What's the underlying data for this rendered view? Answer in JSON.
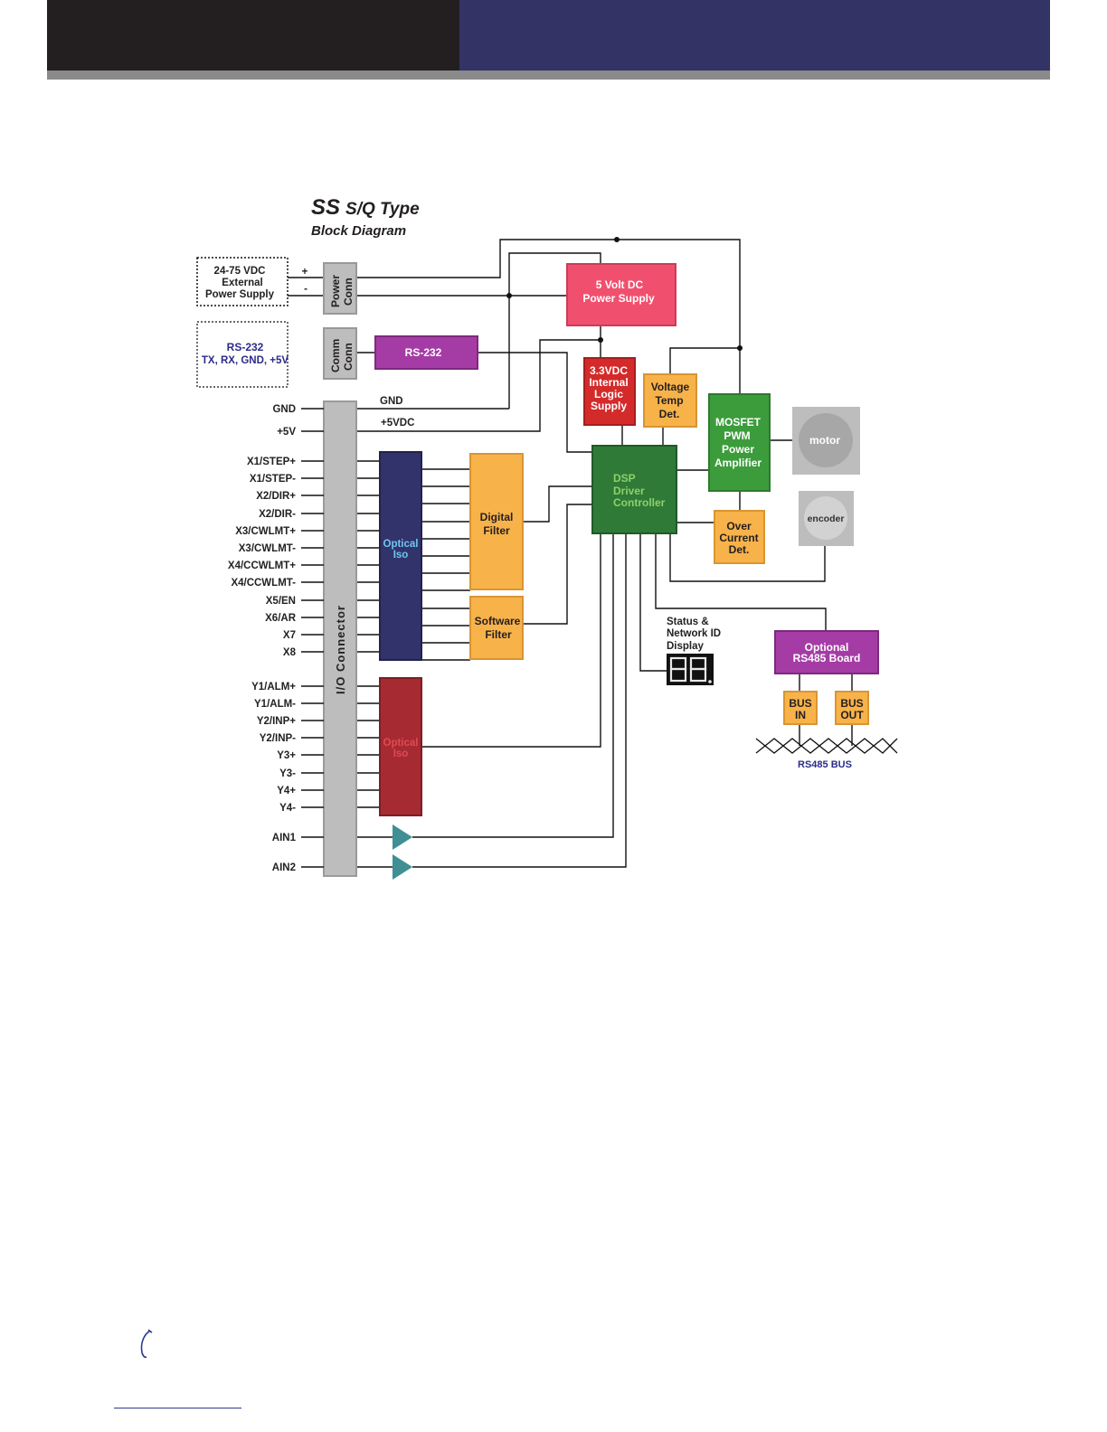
{
  "title": {
    "line1_bold": "SS",
    "line1_rest": "S/Q Type",
    "line2": "Block Diagram"
  },
  "external_supply": {
    "line1": "24-75 VDC",
    "line2": "External",
    "line3": "Power Supply",
    "plus": "+",
    "minus": "-"
  },
  "power_conn": {
    "line1": "Power",
    "line2": "Conn"
  },
  "rs232_ext": {
    "line1": "RS-232",
    "line2": "TX, RX, GND, +5V"
  },
  "comm_conn": {
    "line1": "Comm",
    "line2": "Conn"
  },
  "rs232_block": "RS-232",
  "five_volt": {
    "line1": "5 Volt DC",
    "line2": "Power Supply"
  },
  "logic_supply": {
    "line1": "3.3VDC",
    "line2": "Internal",
    "line3": "Logic",
    "line4": "Supply"
  },
  "voltage_temp": {
    "line1": "Voltage",
    "line2": "Temp",
    "line3": "Det."
  },
  "mosfet": {
    "line1": "MOSFET",
    "line2": "PWM",
    "line3": "Power",
    "line4": "Amplifier"
  },
  "motor": "motor",
  "encoder": "encoder",
  "dsp": {
    "line1": "DSP",
    "line2": "Driver",
    "line3": "Controller"
  },
  "over_current": {
    "line1": "Over",
    "line2": "Current",
    "line3": "Det."
  },
  "digital_filter": {
    "line1": "Digital",
    "line2": "Filter"
  },
  "software_filter": {
    "line1": "Software",
    "line2": "Filter"
  },
  "optical_iso_in": {
    "line1": "Optical",
    "line2": "Iso"
  },
  "optical_iso_out": {
    "line1": "Optical",
    "line2": "Iso"
  },
  "io_connector": "I/O Connector",
  "gnd_label": "GND",
  "vdc_label": "+5VDC",
  "status_display": {
    "line1": "Status &",
    "line2": "Network ID",
    "line3": "Display"
  },
  "rs485_board": {
    "line1": "Optional",
    "line2": "RS485 Board"
  },
  "bus_in": {
    "line1": "BUS",
    "line2": "IN"
  },
  "bus_out": {
    "line1": "BUS",
    "line2": "OUT"
  },
  "rs485_bus": "RS485 BUS",
  "pins_power": [
    "GND",
    "+5V"
  ],
  "pins_inputs": [
    "X1/STEP+",
    "X1/STEP-",
    "X2/DIR+",
    "X2/DIR-",
    "X3/CWLMT+",
    "X3/CWLMT-",
    "X4/CCWLMT+",
    "X4/CCWLMT-",
    "X5/EN",
    "X6/AR",
    "X7",
    "X8"
  ],
  "pins_outputs": [
    "Y1/ALM+",
    "Y1/ALM-",
    "Y2/INP+",
    "Y2/INP-",
    "Y3+",
    "Y3-",
    "Y4+",
    "Y4-"
  ],
  "pins_analog": [
    "AIN1",
    "AIN2"
  ],
  "colors": {
    "pink": "#f0506e",
    "red": "#d42a2a",
    "orange": "#f7b24a",
    "green": "#3c9c3c",
    "dark_green": "#2f7a37",
    "purple": "#a53ca5",
    "navy": "#33336b",
    "dark_red": "#a62a32",
    "gray": "#bdbdbd",
    "teal": "#3f8f95"
  }
}
